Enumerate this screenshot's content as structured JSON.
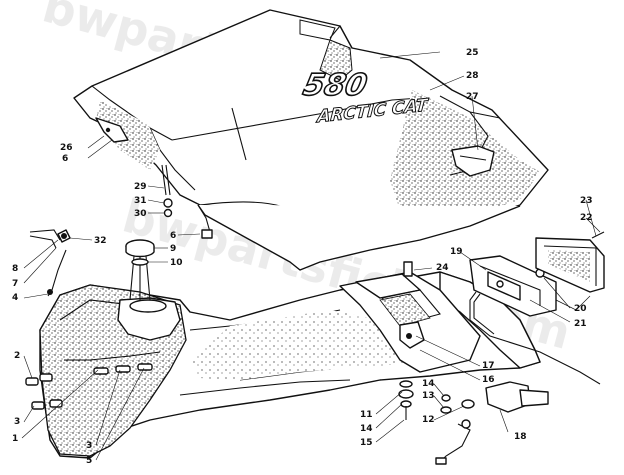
{
  "watermark": "bwpartsfiche.com",
  "brand": {
    "model": "580",
    "name": "ARCTIC CAT"
  },
  "callouts": [
    {
      "id": "c1",
      "label": "1"
    },
    {
      "id": "c2",
      "label": "2"
    },
    {
      "id": "c3a",
      "label": "3"
    },
    {
      "id": "c3b",
      "label": "3"
    },
    {
      "id": "c4",
      "label": "4"
    },
    {
      "id": "c5",
      "label": "5"
    },
    {
      "id": "c6a",
      "label": "6"
    },
    {
      "id": "c6b",
      "label": "6"
    },
    {
      "id": "c7",
      "label": "7"
    },
    {
      "id": "c8",
      "label": "8"
    },
    {
      "id": "c9",
      "label": "9"
    },
    {
      "id": "c10",
      "label": "10"
    },
    {
      "id": "c11",
      "label": "11"
    },
    {
      "id": "c12",
      "label": "12"
    },
    {
      "id": "c13",
      "label": "13"
    },
    {
      "id": "c14a",
      "label": "14"
    },
    {
      "id": "c14b",
      "label": "14"
    },
    {
      "id": "c15",
      "label": "15"
    },
    {
      "id": "c16",
      "label": "16"
    },
    {
      "id": "c17",
      "label": "17"
    },
    {
      "id": "c18",
      "label": "18"
    },
    {
      "id": "c19",
      "label": "19"
    },
    {
      "id": "c20",
      "label": "20"
    },
    {
      "id": "c21",
      "label": "21"
    },
    {
      "id": "c22",
      "label": "22"
    },
    {
      "id": "c23",
      "label": "23"
    },
    {
      "id": "c24",
      "label": "24"
    },
    {
      "id": "c25",
      "label": "25"
    },
    {
      "id": "c26",
      "label": "26"
    },
    {
      "id": "c27",
      "label": "27"
    },
    {
      "id": "c28",
      "label": "28"
    },
    {
      "id": "c29",
      "label": "29"
    },
    {
      "id": "c30",
      "label": "30"
    },
    {
      "id": "c31",
      "label": "31"
    },
    {
      "id": "c32",
      "label": "32"
    }
  ]
}
